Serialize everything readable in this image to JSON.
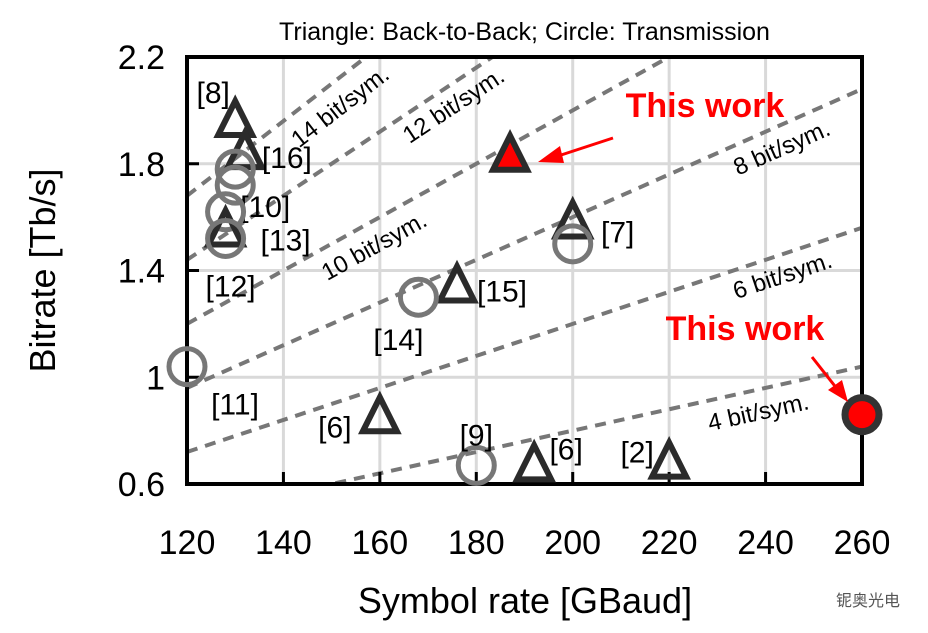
{
  "chart_data": {
    "type": "scatter",
    "title": "Triangle: Back-to-Back; Circle: Transmission",
    "xlabel": "Symbol rate [GBaud]",
    "ylabel": "Bitrate [Tb/s]",
    "xlim": [
      120,
      260
    ],
    "ylim": [
      0.6,
      2.2
    ],
    "xticks": [
      120,
      140,
      160,
      180,
      200,
      220,
      240,
      260
    ],
    "yticks": [
      0.6,
      1,
      1.4,
      1.8,
      2.2
    ],
    "ytick_labels": [
      "0.6",
      "1",
      "1.4",
      "1.8",
      "2.2"
    ],
    "grid": true,
    "reference_lines": [
      {
        "label": "4 bit/sym.",
        "bits": 4
      },
      {
        "label": "6 bit/sym.",
        "bits": 6
      },
      {
        "label": "8 bit/sym.",
        "bits": 8
      },
      {
        "label": "10 bit/sym.",
        "bits": 10
      },
      {
        "label": "12 bit/sym.",
        "bits": 12
      },
      {
        "label": "14 bit/sym.",
        "bits": 14
      }
    ],
    "points": [
      {
        "ref": "[8]",
        "marker": "triangle",
        "x": 130,
        "y": 1.96
      },
      {
        "ref": "[16]",
        "marker": "triangle",
        "x": 132,
        "y": 1.84
      },
      {
        "ref": "",
        "marker": "circle",
        "x": 130,
        "y": 1.78
      },
      {
        "ref": "[10]",
        "marker": "circle",
        "x": 130,
        "y": 1.72
      },
      {
        "ref": "",
        "marker": "circle",
        "x": 128,
        "y": 1.62
      },
      {
        "ref": "[13]",
        "marker": "triangle",
        "x": 128,
        "y": 1.55
      },
      {
        "ref": "[12]",
        "marker": "circle",
        "x": 128,
        "y": 1.52
      },
      {
        "ref": "[7]",
        "marker": "triangle",
        "x": 200,
        "y": 1.58
      },
      {
        "ref": "",
        "marker": "circle",
        "x": 200,
        "y": 1.5
      },
      {
        "ref": "[15]",
        "marker": "triangle",
        "x": 176,
        "y": 1.34
      },
      {
        "ref": "[14]",
        "marker": "circle",
        "x": 168,
        "y": 1.3
      },
      {
        "ref": "[11]",
        "marker": "circle",
        "x": 120,
        "y": 1.04
      },
      {
        "ref": "[6]",
        "marker": "triangle",
        "x": 160,
        "y": 0.85
      },
      {
        "ref": "[9]",
        "marker": "circle",
        "x": 180,
        "y": 0.67
      },
      {
        "ref": "[6]",
        "marker": "triangle",
        "x": 192,
        "y": 0.67
      },
      {
        "ref": "[2]",
        "marker": "triangle",
        "x": 220,
        "y": 0.68
      },
      {
        "ref": "This work",
        "marker": "triangle",
        "x": 187,
        "y": 1.83,
        "highlight": true
      },
      {
        "ref": "This work",
        "marker": "circle",
        "x": 260,
        "y": 0.86,
        "highlight": true
      }
    ],
    "colors": {
      "highlight": "#ff0000",
      "triangle": "#2b2b2b",
      "circle": "#777777",
      "ref_line": "#777777",
      "grid": "#d9d9d9"
    }
  },
  "watermark": "铌奥光电"
}
